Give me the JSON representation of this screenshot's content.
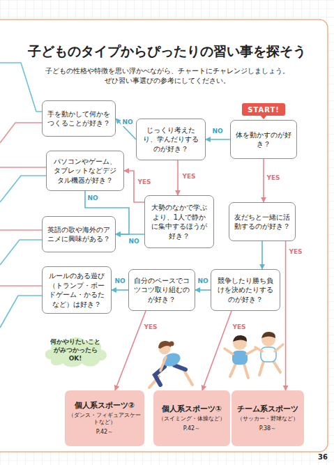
{
  "diagram": {
    "title": "子どものタイプからぴったりの習い事を探そう",
    "nodes": [
      {
        "text": [
          "START!"
        ]
      },
      {
        "text": [
          "体を動かすのが好き？"
        ]
      },
      {
        "text": [
          "じっくり考えたり、学んだりするのが好き？"
        ]
      },
      {
        "text": [
          "手を動かして何かをつくることが好き？"
        ]
      },
      {
        "text": [
          "パソコンやゲーム、タブレットなどデジタル機器が好き？"
        ]
      },
      {
        "text": [
          "大勢のなかで学ぶより、1人で静かに集中するほうが好き？"
        ]
      },
      {
        "text": [
          "友だちと一緒に活動するのが好き？"
        ]
      },
      {
        "text": [
          "英語の歌や海外のアニメに興味がある？"
        ]
      },
      {
        "text": [
          "ルールのある遊び（トランプ・ボードゲーム・かるたなど）は好き？"
        ]
      },
      {
        "text": [
          "自分のペースでコツコツ取り組むのが好き？"
        ]
      },
      {
        "text": [
          "競争したり勝ち負けを決めたりするのが好き？"
        ]
      },
      {
        "text": [
          "何かやりたいことがみつかったらOK!"
        ]
      },
      {
        "text": [
          "個人系スポーツ②",
          "（ダンス・フィギュアスケートなど）",
          "P.42～"
        ]
      },
      {
        "text": [
          "個人系スポーツ①",
          "（スイミング・体操など）",
          "P.42～"
        ]
      },
      {
        "text": [
          "チーム系スポーツ",
          "（サッカー・野球など）",
          "P.38～"
        ]
      }
    ],
    "edges": [
      {
        "from": 1,
        "to": 2,
        "arrow": "to",
        "label": "NO"
      },
      {
        "from": 1,
        "to": 6,
        "arrow": "to",
        "label": "YES"
      },
      {
        "from": 2,
        "to": 3,
        "arrow": "to",
        "label": "NO"
      },
      {
        "from": 2,
        "to": 5,
        "arrow": "to",
        "label": "YES"
      },
      {
        "from": 4,
        "to": 7,
        "arrow": "to",
        "label": "NO"
      },
      {
        "from": 5,
        "to": 7,
        "arrow": "to",
        "label": "NO"
      },
      {
        "from": 5,
        "to": 4,
        "arrow": "to",
        "label": "YES"
      },
      {
        "from": 6,
        "to": 10,
        "arrow": "to"
      },
      {
        "from": 6,
        "to": 14,
        "arrow": "to",
        "label": "YES"
      },
      {
        "from": 10,
        "to": 9,
        "arrow": "to",
        "label": "NO"
      },
      {
        "from": 10,
        "to": 13,
        "arrow": "to",
        "label": "YES"
      },
      {
        "from": 9,
        "to": 12,
        "arrow": "to",
        "label": "YES"
      },
      {
        "from": 9,
        "to": 8,
        "arrow": "to",
        "label": "NO"
      }
    ],
    "labels": [
      "子どもの性格や特徴を思い浮かべながら、チャートにチャレンジしましょう。",
      "ぜひ習い事選びの参考にしてください。",
      "36"
    ]
  }
}
